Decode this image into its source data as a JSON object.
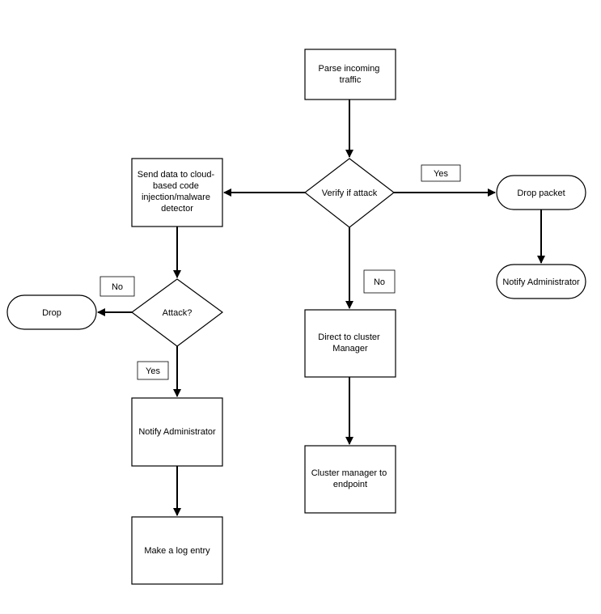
{
  "nodes": {
    "parse": {
      "lines": [
        "Parse incoming",
        "traffic"
      ]
    },
    "verify": {
      "lines": [
        "Verify if attack"
      ]
    },
    "send": {
      "lines": [
        "Send data to cloud-",
        "based code",
        "injection/malware",
        "detector"
      ]
    },
    "drop_packet": {
      "lines": [
        "Drop packet"
      ]
    },
    "notify_admin_right": {
      "lines": [
        "Notify Administrator"
      ]
    },
    "attack": {
      "lines": [
        "Attack?"
      ]
    },
    "drop": {
      "lines": [
        "Drop"
      ]
    },
    "direct": {
      "lines": [
        "Direct to cluster",
        "Manager"
      ]
    },
    "notify_admin_left": {
      "lines": [
        "Notify Administrator"
      ]
    },
    "cluster": {
      "lines": [
        "Cluster manager to",
        "endpoint"
      ]
    },
    "log": {
      "lines": [
        "Make a log entry"
      ]
    }
  },
  "edge_labels": {
    "verify_yes": "Yes",
    "verify_no": "No",
    "attack_no": "No",
    "attack_yes": "Yes"
  }
}
